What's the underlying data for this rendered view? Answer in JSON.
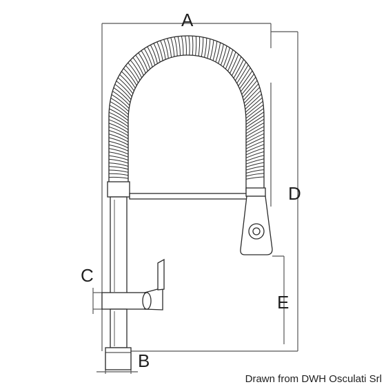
{
  "diagram": {
    "dimension_labels": {
      "a": "A",
      "b": "B",
      "c": "C",
      "d": "D",
      "e": "E"
    },
    "credit": "Drawn from DWH Osculati Srl",
    "colors": {
      "line": "#2a2a2a",
      "dim_line": "#555555",
      "fill": "#ffffff",
      "text": "#1f1f1f"
    }
  }
}
